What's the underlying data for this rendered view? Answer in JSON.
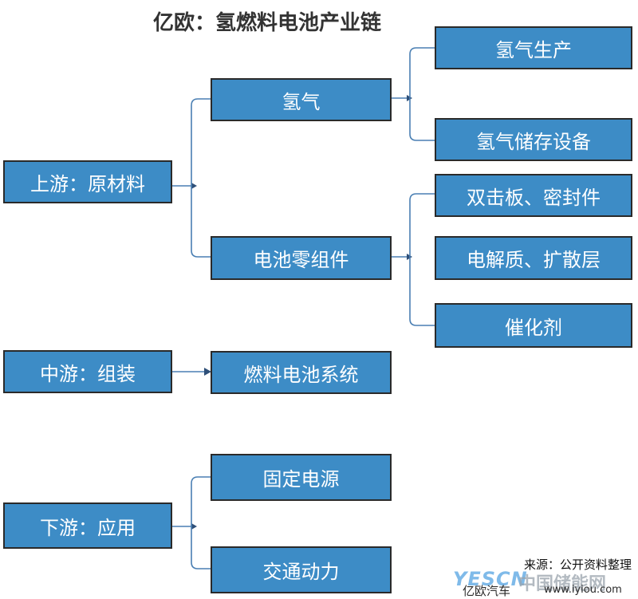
{
  "title": "亿欧：氢燃料电池产业链",
  "upstream": {
    "label": "上游：原材料",
    "children": [
      {
        "label": "氢气",
        "children": [
          "氢气生产",
          "氢气储存设备"
        ]
      },
      {
        "label": "电池零组件",
        "children": [
          "双击板、密封件",
          "电解质、扩散层",
          "催化剂"
        ]
      }
    ]
  },
  "midstream": {
    "label": "中游：组装",
    "child": "燃料电池系统"
  },
  "downstream": {
    "label": "下游：应用",
    "children": [
      "固定电源",
      "交通动力"
    ]
  },
  "source": "来源：公开资料整理",
  "watermark": {
    "brand_en": "YESCN",
    "brand_cn": "中国储能网",
    "brand_sub": "亿欧汽车",
    "url": "www.iyiou.com"
  },
  "colors": {
    "box_fill": "#3d8cc6",
    "box_border": "#2a2a2a",
    "box_text": "#ffffff",
    "connector": "#4a7fb3"
  }
}
